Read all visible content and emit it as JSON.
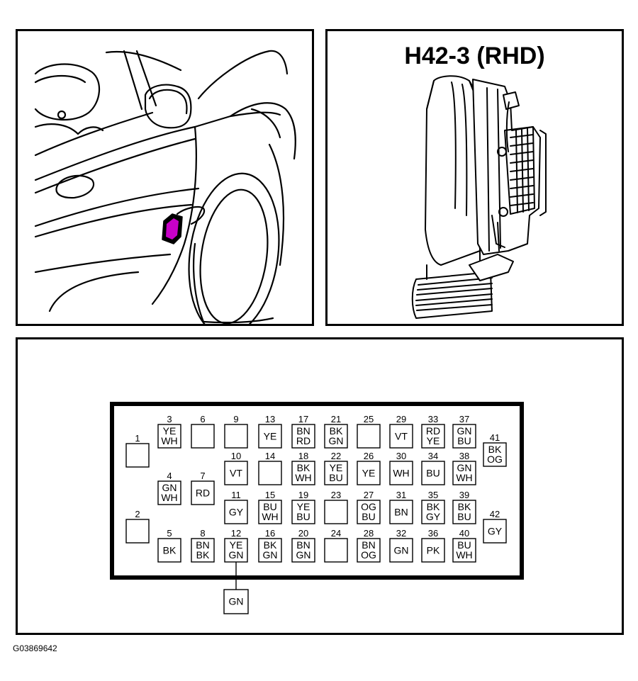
{
  "connector": {
    "title": "H42-3 (RHD)"
  },
  "figure_id": "G03869642",
  "location_marker_color": "#c800c8",
  "pins": [
    {
      "n": "1",
      "w": [
        ""
      ]
    },
    {
      "n": "2",
      "w": [
        ""
      ]
    },
    {
      "n": "3",
      "w": [
        "YE",
        "WH"
      ]
    },
    {
      "n": "4",
      "w": [
        "GN",
        "WH"
      ]
    },
    {
      "n": "5",
      "w": [
        "BK"
      ]
    },
    {
      "n": "6",
      "w": [
        ""
      ]
    },
    {
      "n": "7",
      "w": [
        "RD"
      ]
    },
    {
      "n": "8",
      "w": [
        "BN",
        "BK"
      ]
    },
    {
      "n": "9",
      "w": [
        ""
      ]
    },
    {
      "n": "10",
      "w": [
        "VT"
      ]
    },
    {
      "n": "11",
      "w": [
        "GY"
      ]
    },
    {
      "n": "12",
      "w": [
        "YE",
        "GN"
      ]
    },
    {
      "n": "13",
      "w": [
        "YE"
      ]
    },
    {
      "n": "14",
      "w": [
        ""
      ]
    },
    {
      "n": "15",
      "w": [
        "BU",
        "WH"
      ]
    },
    {
      "n": "16",
      "w": [
        "BK",
        "GN"
      ]
    },
    {
      "n": "17",
      "w": [
        "BN",
        "RD"
      ]
    },
    {
      "n": "18",
      "w": [
        "BK",
        "WH"
      ]
    },
    {
      "n": "19",
      "w": [
        "YE",
        "BU"
      ]
    },
    {
      "n": "20",
      "w": [
        "BN",
        "GN"
      ]
    },
    {
      "n": "21",
      "w": [
        "BK",
        "GN"
      ]
    },
    {
      "n": "22",
      "w": [
        "YE",
        "BU"
      ]
    },
    {
      "n": "23",
      "w": [
        ""
      ]
    },
    {
      "n": "24",
      "w": [
        ""
      ]
    },
    {
      "n": "25",
      "w": [
        ""
      ]
    },
    {
      "n": "26",
      "w": [
        "YE"
      ]
    },
    {
      "n": "27",
      "w": [
        "OG",
        "BU"
      ]
    },
    {
      "n": "28",
      "w": [
        "BN",
        "OG"
      ]
    },
    {
      "n": "29",
      "w": [
        "VT"
      ]
    },
    {
      "n": "30",
      "w": [
        "WH"
      ]
    },
    {
      "n": "31",
      "w": [
        "BN"
      ]
    },
    {
      "n": "32",
      "w": [
        "GN"
      ]
    },
    {
      "n": "33",
      "w": [
        "RD",
        "YE"
      ]
    },
    {
      "n": "34",
      "w": [
        "BU"
      ]
    },
    {
      "n": "35",
      "w": [
        "BK",
        "GY"
      ]
    },
    {
      "n": "36",
      "w": [
        "PK"
      ]
    },
    {
      "n": "37",
      "w": [
        "GN",
        "BU"
      ]
    },
    {
      "n": "38",
      "w": [
        "GN",
        "WH"
      ]
    },
    {
      "n": "39",
      "w": [
        "BK",
        "BU"
      ]
    },
    {
      "n": "40",
      "w": [
        "BU",
        "WH"
      ]
    },
    {
      "n": "41",
      "w": [
        "BK",
        "OG"
      ]
    },
    {
      "n": "42",
      "w": [
        "GY"
      ]
    }
  ],
  "splice": {
    "from_pin": "12",
    "w": [
      "GN"
    ]
  }
}
